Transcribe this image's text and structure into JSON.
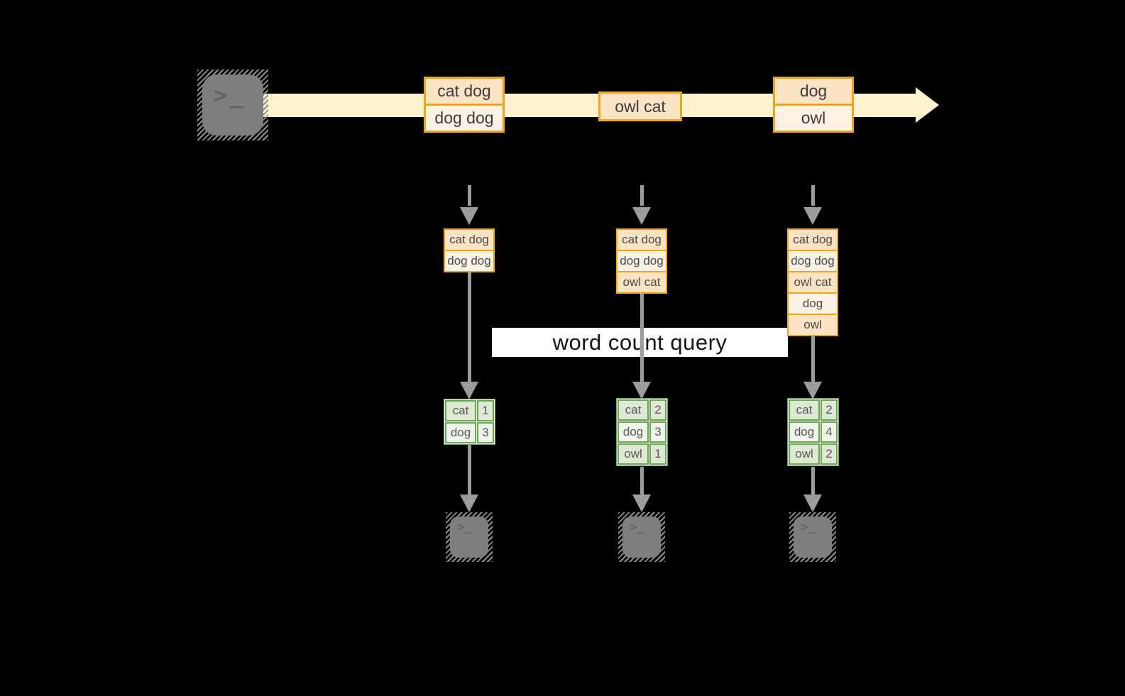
{
  "colors": {
    "background": "#000000",
    "stream_band": "#fdf1ce",
    "record_border": "#f0a61c",
    "record_fill_dark": "#fbe3c3",
    "record_fill_light": "#fdf2e4",
    "table_border": "#6aa84f",
    "table_fill_dark": "#dde9d2",
    "table_fill_light": "#eff5eb",
    "arrow_gray": "#9c9c9c",
    "terminal_gray": "#7e7e7e",
    "record_text": "#3d3d3d",
    "banner_bg": "#ffffff",
    "banner_text": "#141414"
  },
  "icons": {
    "terminal_prompt": ">_"
  },
  "banner": {
    "label": "word count query"
  },
  "stream": {
    "boxes": [
      {
        "cells": [
          "cat dog",
          "dog dog"
        ]
      },
      {
        "cells": [
          "owl cat"
        ]
      },
      {
        "cells": [
          "dog",
          "owl"
        ]
      }
    ]
  },
  "columns": [
    {
      "records": [
        "cat dog",
        "dog dog"
      ],
      "counts": [
        {
          "word": "cat",
          "count": "1"
        },
        {
          "word": "dog",
          "count": "3"
        }
      ]
    },
    {
      "records": [
        "cat dog",
        "dog dog",
        "owl cat"
      ],
      "counts": [
        {
          "word": "cat",
          "count": "2"
        },
        {
          "word": "dog",
          "count": "3"
        },
        {
          "word": "owl",
          "count": "1"
        }
      ]
    },
    {
      "records": [
        "cat dog",
        "dog dog",
        "owl cat",
        "dog",
        "owl"
      ],
      "counts": [
        {
          "word": "cat",
          "count": "2"
        },
        {
          "word": "dog",
          "count": "4"
        },
        {
          "word": "owl",
          "count": "2"
        }
      ]
    }
  ]
}
